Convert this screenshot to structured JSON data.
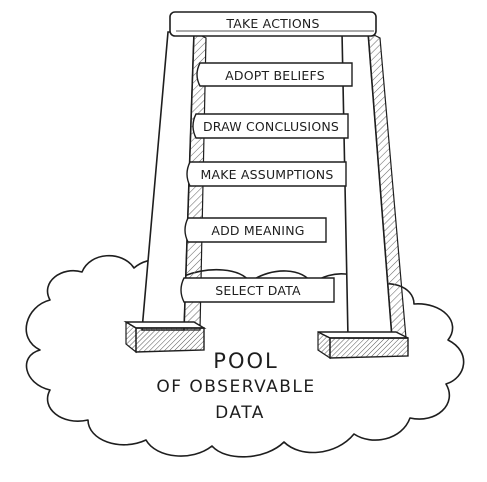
{
  "ladder": {
    "rungs": [
      {
        "label": "TAKE ACTIONS"
      },
      {
        "label": "ADOPT BELIEFS"
      },
      {
        "label": "DRAW CONCLUSIONS"
      },
      {
        "label": "MAKE ASSUMPTIONS"
      },
      {
        "label": "ADD MEANING"
      },
      {
        "label": "SELECT DATA"
      }
    ]
  },
  "pool": {
    "line1": "POOL",
    "line2": "OF OBSERVABLE",
    "line3": "DATA"
  },
  "colors": {
    "ink": "#1e1e1e",
    "paper": "#ffffff",
    "hatch": "#6a6a6a"
  }
}
